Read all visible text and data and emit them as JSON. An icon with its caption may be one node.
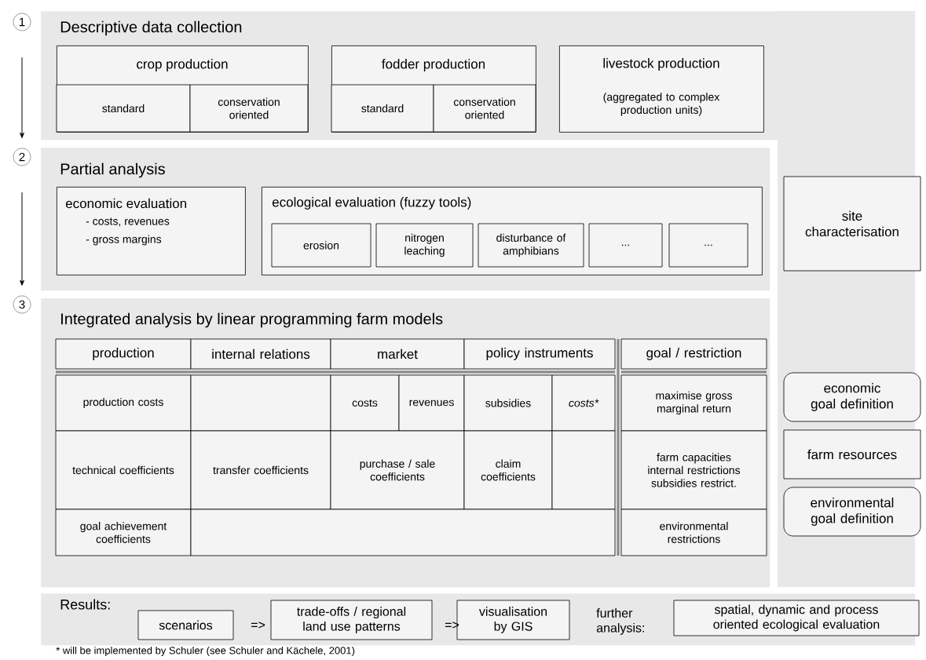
{
  "diagram": {
    "nodes": [
      {
        "text": [
          "1"
        ]
      },
      {
        "text": [
          "Descriptive data collection"
        ]
      },
      {
        "text": [
          "crop production"
        ],
        "in": 1
      },
      {
        "text": [
          "standard"
        ],
        "in": 2
      },
      {
        "text": [
          "conservation oriented"
        ],
        "in": 2
      },
      {
        "text": [
          "fodder production"
        ],
        "in": 1
      },
      {
        "text": [
          "standard"
        ],
        "in": 5
      },
      {
        "text": [
          "conservation oriented"
        ],
        "in": 5
      },
      {
        "text": [
          "livestock production",
          "(aggregated to complex production units)"
        ],
        "in": 1
      },
      {
        "text": [
          "2"
        ]
      },
      {
        "text": [
          "Partial analysis"
        ]
      },
      {
        "text": [
          "economic evaluation",
          "- costs, revenues",
          "- gross margins"
        ],
        "in": 10
      },
      {
        "text": [
          "ecological evaluation (fuzzy tools)"
        ],
        "in": 10
      },
      {
        "text": [
          "erosion"
        ],
        "in": 12
      },
      {
        "text": [
          "nitrogen leaching"
        ],
        "in": 12
      },
      {
        "text": [
          "disturbance of amphibians"
        ],
        "in": 12
      },
      {
        "text": [
          "..."
        ],
        "in": 12
      },
      {
        "text": [
          "..."
        ],
        "in": 12
      },
      {
        "text": [
          "site characterisation"
        ]
      },
      {
        "text": [
          "3"
        ]
      },
      {
        "text": [
          "Integrated analysis by linear programming farm models"
        ]
      },
      {
        "text": [
          "production"
        ],
        "in": 20
      },
      {
        "text": [
          "internal relations"
        ],
        "in": 20
      },
      {
        "text": [
          "market"
        ],
        "in": 20
      },
      {
        "text": [
          "policy instruments"
        ],
        "in": 20
      },
      {
        "text": [
          "goal / restriction"
        ],
        "in": 20
      },
      {
        "text": [
          "production costs"
        ],
        "in": 20
      },
      {
        "text": [],
        "shape": "box",
        "in": 20
      },
      {
        "text": [
          "costs"
        ],
        "in": 20
      },
      {
        "text": [
          "revenues"
        ],
        "in": 20
      },
      {
        "text": [
          "subsidies"
        ],
        "in": 20
      },
      {
        "text": [
          "costs*"
        ],
        "in": 20
      },
      {
        "text": [
          "maximise gross marginal return"
        ],
        "in": 20
      },
      {
        "text": [
          "economic goal definition"
        ]
      },
      {
        "text": [
          "technical coefficients"
        ],
        "in": 20
      },
      {
        "text": [
          "transfer coefficients"
        ],
        "in": 20
      },
      {
        "text": [
          "purchase / sale coefficients"
        ],
        "in": 20
      },
      {
        "text": [
          "claim coefficients"
        ],
        "in": 20
      },
      {
        "text": [],
        "shape": "box",
        "in": 20
      },
      {
        "text": [
          "farm capacities internal restrictions subsidies restrict."
        ],
        "in": 20
      },
      {
        "text": [
          "farm resources"
        ]
      },
      {
        "text": [
          "environmental goal definition"
        ]
      },
      {
        "text": [
          "goal achievement coefficients"
        ],
        "in": 20
      },
      {
        "text": [],
        "shape": "box",
        "in": 20
      },
      {
        "text": [
          "environmental restrictions"
        ],
        "in": 20
      },
      {
        "text": [
          "Results:"
        ]
      },
      {
        "text": [
          "scenarios"
        ],
        "in": 45
      },
      {
        "text": [
          "trade-offs / regional land use patterns"
        ],
        "in": 45
      },
      {
        "text": [
          "visualisation by GIS"
        ],
        "in": 45
      },
      {
        "text": [
          "spatial, dynamic and process oriented ecological evaluation"
        ],
        "in": 45
      }
    ],
    "edges": [
      {
        "from": 0,
        "to": 9,
        "arrow": "to"
      },
      {
        "from": 9,
        "to": 19,
        "arrow": "to"
      }
    ],
    "labels": [
      "=>",
      "=>",
      "further analysis:",
      "* will be implemented by Schuler (see Schuler and Kächele, 2001)"
    ]
  }
}
